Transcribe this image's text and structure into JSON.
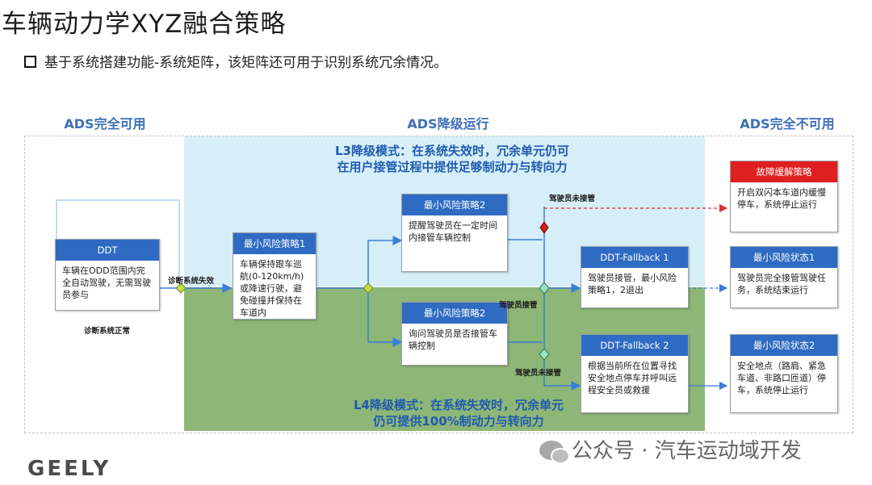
{
  "title": "车辆动力学XYZ融合策略",
  "subtitle": "基于系统搭建功能-系统矩阵，该矩阵还可用于识别系统冗余情况。",
  "zones": {
    "available": "ADS完全可用",
    "degraded": "ADS降级运行",
    "unavailable": "ADS完全不可用"
  },
  "modes": {
    "l3": "L3降级模式：在系统失效时，冗余单元仍可\n在用户接管过程中提供足够制动力与转向力",
    "l4": "L4降级模式：在系统失效时，冗余单元\n仍可提供100%制动力与转向力"
  },
  "boxes": {
    "ddt": {
      "header": "DDT",
      "body": "车辆在ODD范围内完全自动驾驶，无需驾驶员参与"
    },
    "mrs1": {
      "header": "最小风险策略1",
      "body": "车辆保持跟车巡航(0-120km/h)或降速行驶，避免碰撞并保持在车道内"
    },
    "mrs2_top": {
      "header": "最小风险策略2",
      "body": "提醒驾驶员在一定时间内接管车辆控制"
    },
    "mrs2_bottom": {
      "header": "最小风险策略2",
      "body": "询问驾驶员是否接管车辆控制"
    },
    "fallback1": {
      "header": "DDT-Fallback 1",
      "body": "驾驶员接管，最小风险策略1，2退出"
    },
    "fallback2": {
      "header": "DDT-Fallback 2",
      "body": "根据当前所在位置寻找安全地点停车并呼叫远程安全员或救援"
    },
    "fault": {
      "header": "故障缓解策略",
      "body": "开启双闪本车道内缓慢停车，系统停止运行"
    },
    "mrc1": {
      "header": "最小风险状态1",
      "body": "驾驶员完全接管驾驶任务，系统结束运行"
    },
    "mrc2": {
      "header": "最小风险状态2",
      "body": "安全地点（路肩、紧急车道、非路口匝道）停车，系统停止运行"
    }
  },
  "labels": {
    "diag_fail": "诊断系统失效",
    "diag_ok": "诊断系统正常",
    "driver_no_takeover_top": "驾驶员未接管",
    "driver_takeover": "驾驶员接管",
    "driver_no_takeover_bottom": "驾驶员未接管"
  },
  "logo": "GEELY",
  "watermark": "公众号 · 汽车运动域开发",
  "colors": {
    "header_blue": "#2f6bc2",
    "header_red": "#e02020",
    "l3_bg": "#d6eef8",
    "l4_bg": "#8db677",
    "mode_text": "#1f5bb0",
    "arrow": "#3b7ed8"
  }
}
